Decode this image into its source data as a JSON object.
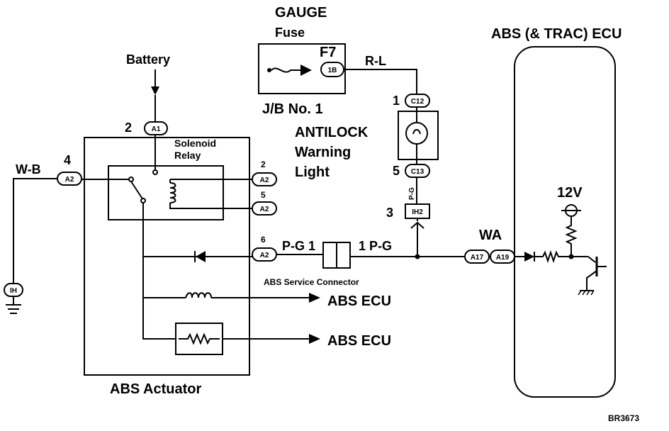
{
  "labels": {
    "gauge": "GAUGE",
    "fuse": "Fuse",
    "fuse_id": "F7",
    "jb": "J/B No. 1",
    "battery": "Battery",
    "solenoid_line1": "Solenoid",
    "solenoid_line2": "Relay",
    "antilock_line1": "ANTILOCK",
    "antilock_line2": "Warning",
    "antilock_line3": "Light",
    "ecu_title": "ABS (& TRAC) ECU",
    "voltage": "12V",
    "wa": "WA",
    "service_connector": "ABS Service Connector",
    "abs_ecu_1": "ABS ECU",
    "abs_ecu_2": "ABS ECU",
    "actuator": "ABS Actuator",
    "figure_code": "BR3673"
  },
  "wires": {
    "r_l": "R-L",
    "w_b": "W-B",
    "p_g_left": "P-G 1",
    "p_g_right": "1 P-G",
    "p_g_vertical": "P-G"
  },
  "pins": {
    "c12": "1",
    "c13": "5",
    "ih2": "3",
    "a1": "2",
    "a2_left": "4",
    "a2_relay_top": "2",
    "a2_relay_bottom": "5",
    "a2_diode": "6"
  },
  "connectors": {
    "fuse": "1B",
    "c12": "C12",
    "c13": "C13",
    "ih2": "IH2",
    "a1": "A1",
    "a2": "A2",
    "a17": "A17",
    "a19": "A19",
    "ground": "IH"
  }
}
